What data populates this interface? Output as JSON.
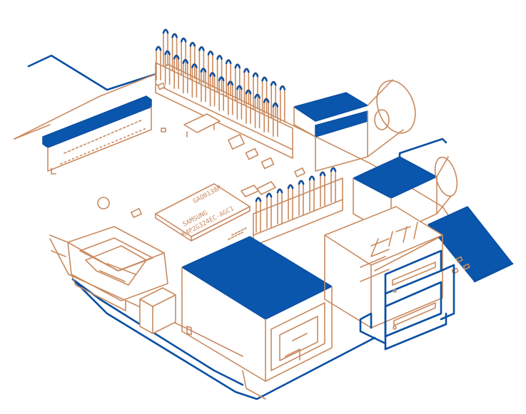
{
  "figure": {
    "subject": "raspberry-pi-style single board computer, isometric line drawing",
    "colors": {
      "outline": "#c98a5e",
      "accent": "#0a56ad",
      "background": "#ffffff"
    }
  },
  "chip_label": {
    "line1": "SAMSUNG",
    "line2": "K4P2G324EC-AGC1",
    "line3": "GAQ0138P"
  }
}
